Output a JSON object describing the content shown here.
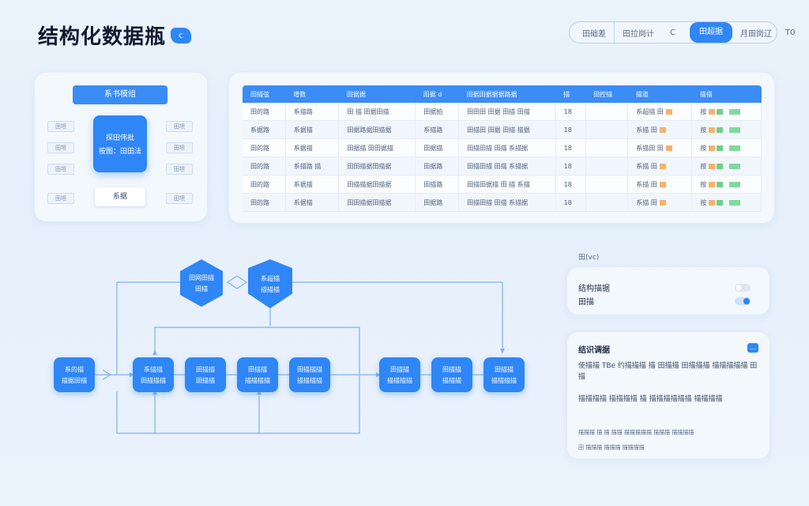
{
  "header": {
    "title": "结构化数据瓶",
    "logo_glyph": "c",
    "nav": [
      "田础差",
      "田拉岗计",
      "C"
    ],
    "nav_active": "田超据",
    "nav_extra": [
      "月田岗辽",
      "T0"
    ]
  },
  "tree": {
    "head": "系书模组",
    "center_lines": [
      "探田伟批",
      "按图：田田法"
    ],
    "left_tags": [
      "田坦",
      "田坦",
      "田坦",
      "田坦"
    ],
    "right_tags": [
      "田坦",
      "田坦",
      "田坦",
      "田坦"
    ],
    "button": "系据"
  },
  "table": {
    "headers": [
      "田描弦",
      "增数",
      "田据据",
      "田据 d",
      "田据田据据据路据",
      "描",
      "田控描",
      "描道",
      "描描"
    ],
    "rows": [
      [
        "田的路",
        "系描路",
        "田 描 田据田描",
        "田据拍",
        "田田田 田据 田描 田描",
        "18",
        "",
        "系超描 田",
        "按"
      ],
      [
        "系据路",
        "系据描",
        "田据路据田描据",
        "系描路",
        "田描田 田据 田描 描据",
        "18",
        "",
        "系描 田",
        "按"
      ],
      [
        "田的路",
        "系据描",
        "田据描 田田据描",
        "田据描",
        "田描田描 田描 系描据",
        "18",
        "",
        "系描田 田",
        "按"
      ],
      [
        "田的路",
        "系描路 描",
        "田田描据田描据",
        "田据路",
        "田描田描 田描 系描据",
        "18",
        "",
        "系描 田",
        "按"
      ],
      [
        "田的路",
        "系据描",
        "田描描据田描据",
        "田描路",
        "田描田据描 田 描 系描",
        "18",
        "",
        "系描 田",
        "按"
      ],
      [
        "田的路",
        "系据描",
        "田田描据田描据",
        "田据路",
        "田描田描 田描 系描据",
        "18",
        "",
        "系描 田",
        "按"
      ]
    ]
  },
  "flow": {
    "top_left": [
      "田网田描",
      "田描"
    ],
    "top_right": [
      "系超描",
      "描描描"
    ],
    "start": [
      "系的描",
      "描据田描"
    ],
    "n1": [
      "系描描",
      "田描描描"
    ],
    "n2": [
      "田描描",
      "田描描"
    ],
    "n3": [
      "田描描",
      "描描描描"
    ],
    "n4": [
      "田描描描",
      "描描描描"
    ],
    "n5": [
      "田描描",
      "描描描描"
    ],
    "n6": [
      "田描描",
      "描描描"
    ],
    "n7": [
      "田描描",
      "描描描描"
    ]
  },
  "side": {
    "label": "田(vc)",
    "toggle1": "结构描据",
    "toggle2": "田描",
    "toggle1_on": false,
    "toggle2_on": true
  },
  "info": {
    "title": "结识调据",
    "button": "…",
    "para1": "使描描 TBe 约描描描 描 田描描 田描描描 描描描描描 田描",
    "para2": "描描描描 描描描描 描 描描描描描描 描描描描",
    "foot1": "描描描 描 描 描描 描描描描描 描描描 描描描描",
    "foot2": "田 描描描 描描描 描描描描"
  },
  "colors": {
    "accent": "#2f86f6",
    "background": "#eaf2fb"
  }
}
